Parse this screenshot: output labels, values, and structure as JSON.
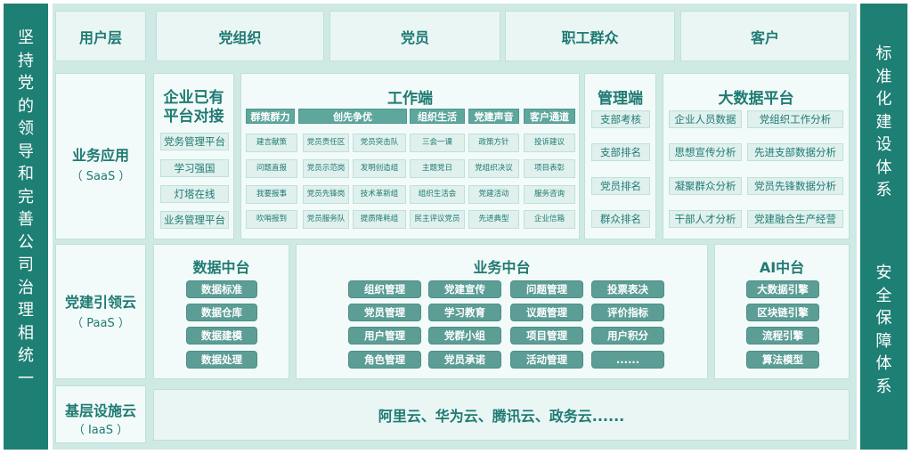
{
  "left_pillar": [
    "坚",
    "持",
    "党",
    "的",
    "领",
    "导",
    "和",
    "完",
    "善",
    "公",
    "司",
    "治",
    "理",
    "相",
    "统",
    "一"
  ],
  "right_pillar_top": [
    "标",
    "准",
    "化",
    "建",
    "设",
    "体",
    "系"
  ],
  "right_pillar_bottom": [
    "安",
    "全",
    "保",
    "障",
    "体",
    "系"
  ],
  "user_layer": {
    "label": "用户层",
    "items": [
      "党组织",
      "党员",
      "职工群众",
      "客户"
    ]
  },
  "saas": {
    "label": "业务应用",
    "sub": "（ SaaS ）",
    "enterprise": {
      "title_line1": "企业已有",
      "title_line2": "平台对接",
      "items": [
        "党务管理平台",
        "学习强国",
        "灯塔在线",
        "业务管理平台"
      ]
    },
    "work": {
      "title": "工作端",
      "tabs": [
        "群策群力",
        "创先争优",
        "组织生活",
        "党建声音",
        "客户通道"
      ],
      "rows": [
        [
          "建言献策",
          "党员责任区",
          "党员突击队",
          "三会一课",
          "政策方针",
          "投诉建议"
        ],
        [
          "问题直报",
          "党员示范岗",
          "发明创造组",
          "主题党日",
          "党组织决议",
          "项目表彰"
        ],
        [
          "我要报事",
          "党员先锋岗",
          "技术革新组",
          "组织生活会",
          "党建活动",
          "服务咨询"
        ],
        [
          "吹哨报到",
          "党员服务队",
          "提质降耗组",
          "民主评议党员",
          "先进典型",
          "企业信箱"
        ]
      ]
    },
    "manage": {
      "title": "管理端",
      "items": [
        "支部考核",
        "支部排名",
        "党员排名",
        "群众排名"
      ]
    },
    "bigdata": {
      "title": "大数据平台",
      "items": [
        "企业人员数据",
        "党组织工作分析",
        "思想宣传分析",
        "先进支部数据分析",
        "凝聚群众分析",
        "党员先锋数据分析",
        "干部人才分析",
        "党建融合生产经营"
      ]
    }
  },
  "paas": {
    "label": "党建引领云",
    "sub": "（ PaaS ）",
    "data_center": {
      "title": "数据中台",
      "items": [
        "数据标准",
        "数据仓库",
        "数据建模",
        "数据处理"
      ]
    },
    "business_center": {
      "title": "业务中台",
      "items": [
        "组织管理",
        "党建宣传",
        "问题管理",
        "投票表决",
        "党员管理",
        "学习教育",
        "议题管理",
        "评价指标",
        "用户管理",
        "党群小组",
        "项目管理",
        "用户积分",
        "角色管理",
        "党员承诺",
        "活动管理",
        "......"
      ]
    },
    "ai_center": {
      "title": "AI中台",
      "items": [
        "大数据引擎",
        "区块链引擎",
        "流程引擎",
        "算法模型"
      ]
    }
  },
  "iaas": {
    "label": "基层设施云",
    "sub": "（ IaaS ）",
    "content": "阿里云、华为云、腾讯云、政务云......"
  }
}
